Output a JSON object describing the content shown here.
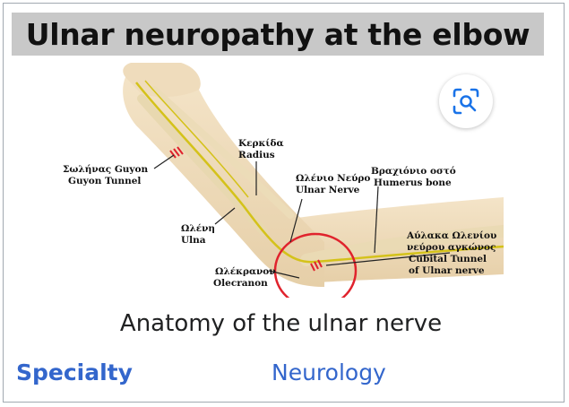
{
  "title": "Ulnar neuropathy at the elbow",
  "figure": {
    "labels": {
      "guyon_gr": "Σωλήνας Guyon",
      "guyon_en": "Guyon Tunnel",
      "radius_gr": "Κερκίδα",
      "radius_en": "Radius",
      "ulnar_nerve_gr": "Ωλένιο Νεύρο",
      "ulnar_nerve_en": "Ulnar Nerve",
      "humerus_gr": "Βραχιόνιο οστό",
      "humerus_en": "Humerus bone",
      "ulna_gr": "Ωλένη",
      "ulna_en": "Ulna",
      "cubital_gr1": "Αύλακα Ωλενίου",
      "cubital_gr2": "νεύρου αγκώνος",
      "cubital_en1": "Cubital Tunnel",
      "cubital_en2": "of Ulnar nerve",
      "olecranon_gr": "Ωλέκρανον",
      "olecranon_en": "Olecranon"
    },
    "highlight_color": "#e0232d",
    "lens_icon": "visual-search-icon"
  },
  "caption": "Anatomy of the ulnar nerve",
  "infobox_row": {
    "label": "Specialty",
    "value": "Neurology"
  },
  "colors": {
    "link": "#3366cc",
    "title_bg": "#c8c8c8",
    "nerve": "#d4c21a"
  }
}
